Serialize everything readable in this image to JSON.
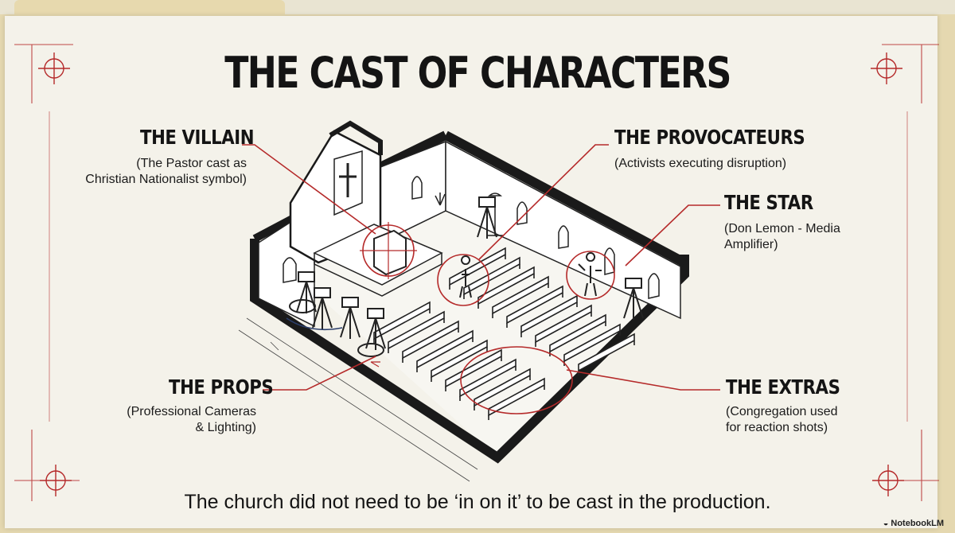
{
  "title": "THE CAST OF CHARACTERS",
  "labels": {
    "villain": {
      "title": "THE VILLAIN",
      "desc": [
        "(The Pastor cast as",
        "Christian Nationalist symbol)"
      ]
    },
    "provocateurs": {
      "title": "THE PROVOCATEURS",
      "desc": [
        "(Activists executing disruption)"
      ]
    },
    "star": {
      "title": "THE STAR",
      "desc": [
        "(Don Lemon - Media",
        "Amplifier)"
      ]
    },
    "props": {
      "title": "THE PROPS",
      "desc": [
        "(Professional Cameras",
        "& Lighting)"
      ]
    },
    "extras": {
      "title": "THE EXTRAS",
      "desc": [
        "(Congregation used",
        "for reaction shots)"
      ]
    }
  },
  "tagline": "The church did not need to be ‘in on it’ to be cast in the production.",
  "brand": "NotebookLM",
  "colors": {
    "accent": "#b52a2a",
    "ink": "#141414",
    "paper": "#f4f2ea"
  }
}
